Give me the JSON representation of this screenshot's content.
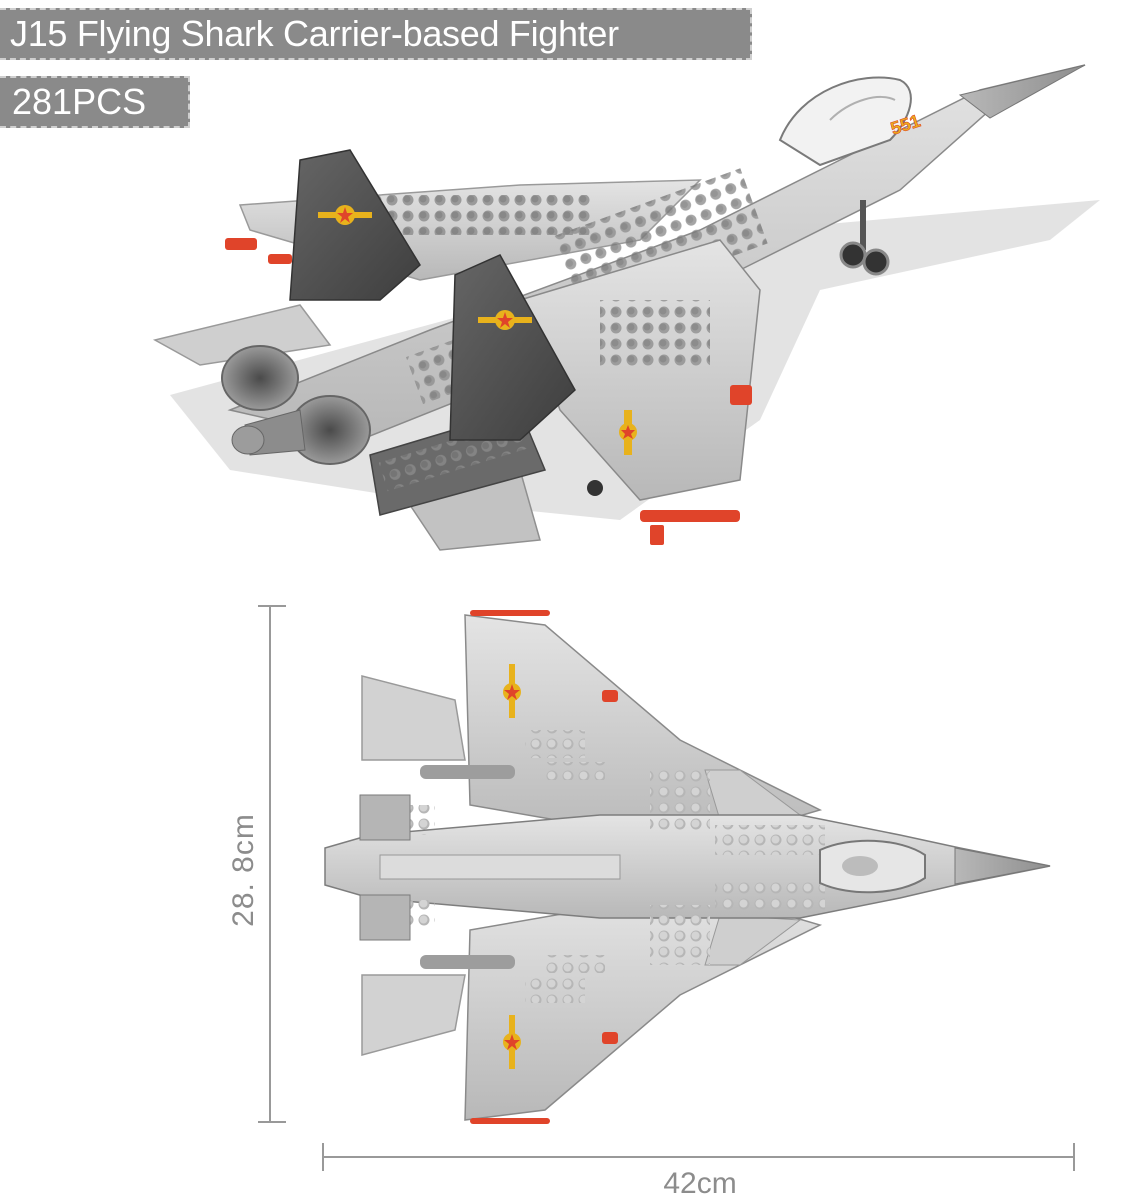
{
  "product": {
    "title": "J15 Flying Shark Carrier-based Fighter",
    "piece_count": "281PCS"
  },
  "aircraft_markings": {
    "tail_number": "551"
  },
  "dimensions": {
    "height_label": "28. 8cm",
    "width_label": "42cm"
  },
  "colors": {
    "label_bg": "#8a8a8a",
    "label_text": "#ffffff",
    "body_gray": "#c9c9c9",
    "dark_gray": "#555555",
    "accent_red": "#e0442a",
    "marking_yellow": "#e8b21c",
    "dimension_line": "#999999"
  }
}
